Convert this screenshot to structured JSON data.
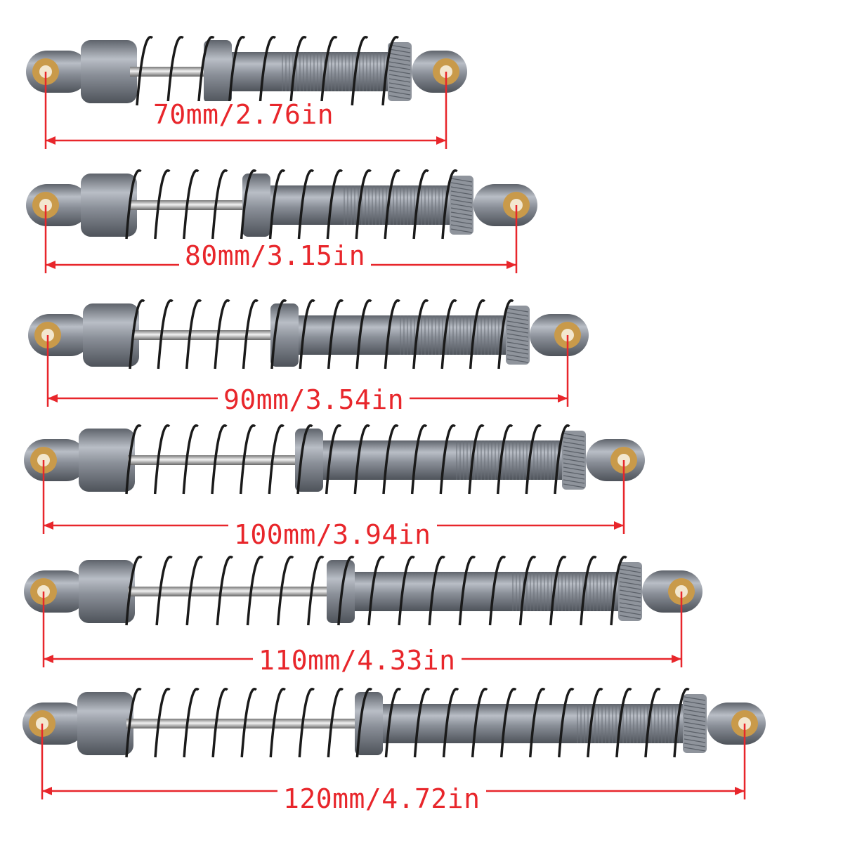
{
  "colors": {
    "dimension_red": "#e8262b",
    "body_gray": "#8a8f98",
    "spring_black": "#1a1a1a",
    "bushing_brass": "#c99a4a"
  },
  "shocks": [
    {
      "label": "70mm/2.76in"
    },
    {
      "label": "80mm/3.15in"
    },
    {
      "label": "90mm/3.54in"
    },
    {
      "label": "100mm/3.94in"
    },
    {
      "label": "110mm/4.33in"
    },
    {
      "label": "120mm/4.72in"
    }
  ]
}
